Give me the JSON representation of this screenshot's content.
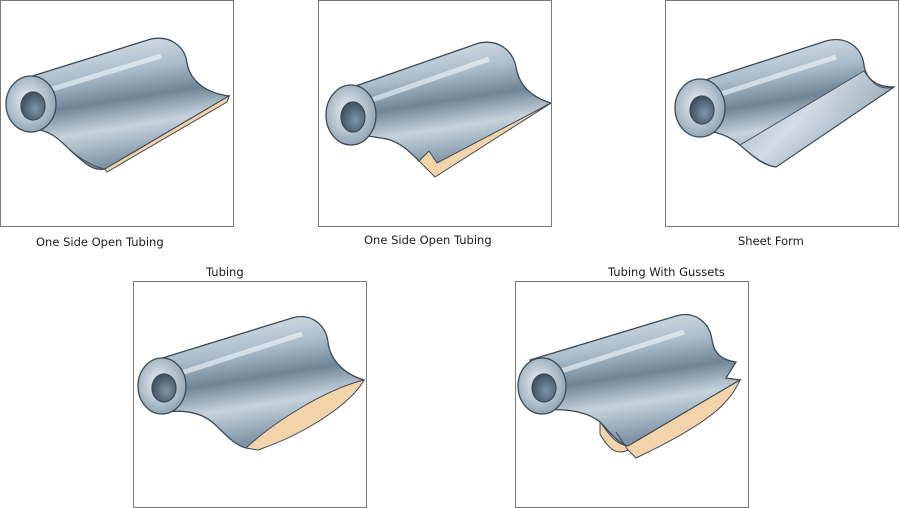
{
  "colors": {
    "film_light": "#dfe7ee",
    "film_mid": "#9eb1c2",
    "film_dark": "#5d7283",
    "outline": "#3d4a56",
    "inner_face": "#f3d3a9"
  },
  "panels": [
    {
      "caption": "One Side Open Tubing"
    },
    {
      "caption": "One Side Open Tubing"
    },
    {
      "caption": "Sheet Form"
    },
    {
      "caption": "Tubing"
    },
    {
      "caption": "Tubing With Gussets"
    }
  ]
}
